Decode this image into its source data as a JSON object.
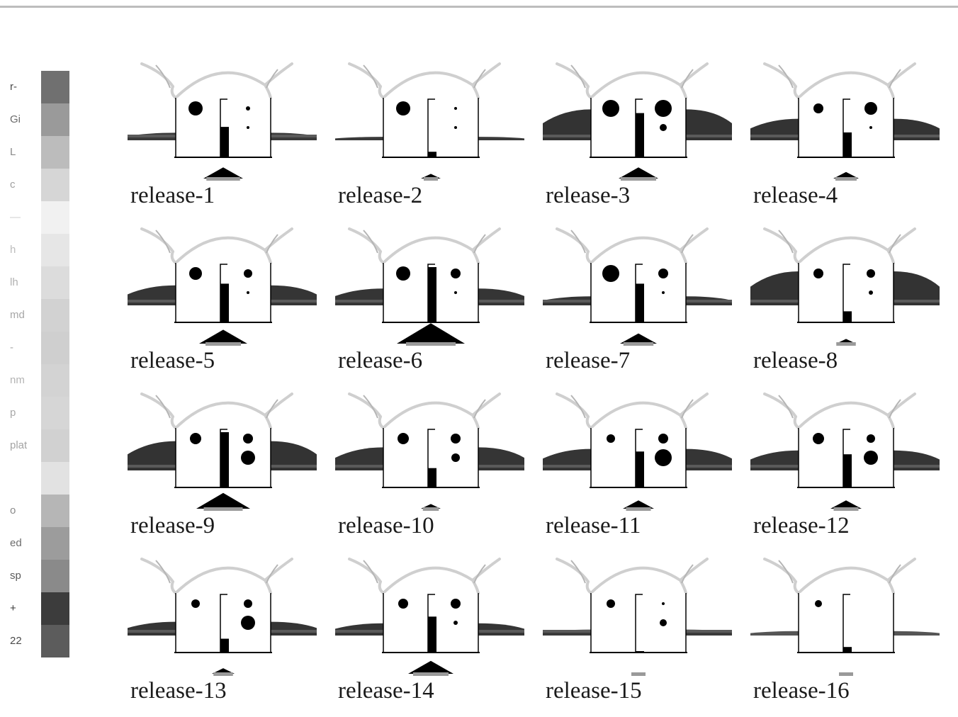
{
  "legend": [
    {
      "label": "r-",
      "color": "#707070",
      "text_color": "#4a4a4a"
    },
    {
      "label": "Gi",
      "color": "#9a9a9a",
      "text_color": "#6a6a6a"
    },
    {
      "label": "L",
      "color": "#bcbcbc",
      "text_color": "#8a8a8a"
    },
    {
      "label": "c",
      "color": "#d6d6d6",
      "text_color": "#a0a0a0"
    },
    {
      "label": "—",
      "color": "#f1f1f1",
      "text_color": "#cfcfcf"
    },
    {
      "label": "h",
      "color": "#e6e6e6",
      "text_color": "#bcbcbc"
    },
    {
      "label": "lh",
      "color": "#dcdcdc",
      "text_color": "#b0b0b0"
    },
    {
      "label": "md",
      "color": "#d2d2d2",
      "text_color": "#a6a6a6"
    },
    {
      "label": "-",
      "color": "#cfcfcf",
      "text_color": "#a8a8a8"
    },
    {
      "label": "nm",
      "color": "#d3d3d3",
      "text_color": "#b4b4b4"
    },
    {
      "label": "p",
      "color": "#d6d6d6",
      "text_color": "#a8a8a8"
    },
    {
      "label": "plat",
      "color": "#d1d1d1",
      "text_color": "#a4a4a4"
    },
    {
      "label": "",
      "color": "#e2e2e2",
      "text_color": "#bbbbbb"
    },
    {
      "label": "o",
      "color": "#b6b6b6",
      "text_color": "#8a8a8a"
    },
    {
      "label": "ed",
      "color": "#9c9c9c",
      "text_color": "#6c6c6c"
    },
    {
      "label": "sp",
      "color": "#8a8a8a",
      "text_color": "#5a5a5a"
    },
    {
      "label": "+",
      "color": "#3c3c3c",
      "text_color": "#3a3a3a"
    },
    {
      "label": "22",
      "color": "#5c5c5c",
      "text_color": "#4a4a4a"
    }
  ],
  "faces": [
    {
      "label": "release-1",
      "side": 0.15,
      "ear_color": "#3a3a3a",
      "eye_l": 10,
      "eye_r": 3,
      "brow_r": 2,
      "bar": 0.55,
      "nose": 0.55,
      "tri": 0.45
    },
    {
      "label": "release-2",
      "side": 0.02,
      "ear_color": "#3a3a3a",
      "eye_l": 10,
      "eye_r": 2,
      "brow_r": 2,
      "bar": 0.1,
      "nose": 0.0,
      "tri": 0.1
    },
    {
      "label": "release-3",
      "side": 0.9,
      "ear_color": "#333333",
      "eye_l": 12,
      "eye_r": 12,
      "brow_r": 5,
      "bar": 0.8,
      "nose": 0.6,
      "tri": 0.45
    },
    {
      "label": "release-4",
      "side": 0.6,
      "ear_color": "#333333",
      "eye_l": 7,
      "eye_r": 9,
      "brow_r": 2,
      "bar": 0.45,
      "nose": 0.2,
      "tri": 0.2
    },
    {
      "label": "release-5",
      "side": 0.55,
      "ear_color": "#353535",
      "eye_l": 9,
      "eye_r": 6,
      "brow_r": 2,
      "bar": 0.7,
      "nose": 0.6,
      "tri": 0.6
    },
    {
      "label": "release-6",
      "side": 0.45,
      "ear_color": "#353535",
      "eye_l": 10,
      "eye_r": 7,
      "brow_r": 2,
      "bar": 1.0,
      "nose": 1.0,
      "tri": 0.95
    },
    {
      "label": "release-7",
      "side": 0.2,
      "ear_color": "#353535",
      "eye_l": 12,
      "eye_r": 7,
      "brow_r": 2,
      "bar": 0.7,
      "nose": 0.45,
      "tri": 0.4
    },
    {
      "label": "release-8",
      "side": 1.0,
      "ear_color": "#333333",
      "eye_l": 7,
      "eye_r": 6,
      "brow_r": 3,
      "bar": 0.2,
      "nose": 0.15,
      "tri": 0.1
    },
    {
      "label": "release-9",
      "side": 0.85,
      "ear_color": "#333333",
      "eye_l": 8,
      "eye_r": 7,
      "brow_r": 10,
      "bar": 1.0,
      "nose": 0.7,
      "tri": 0.7
    },
    {
      "label": "release-10",
      "side": 0.65,
      "ear_color": "#353535",
      "eye_l": 8,
      "eye_r": 7,
      "brow_r": 6,
      "bar": 0.35,
      "nose": 0.05,
      "tri": 0.1
    },
    {
      "label": "release-11",
      "side": 0.6,
      "ear_color": "#353535",
      "eye_l": 6,
      "eye_r": 7,
      "brow_r": 12,
      "bar": 0.65,
      "nose": 0.3,
      "tri": 0.3
    },
    {
      "label": "release-12",
      "side": 0.55,
      "ear_color": "#353535",
      "eye_l": 8,
      "eye_r": 6,
      "brow_r": 10,
      "bar": 0.6,
      "nose": 0.3,
      "tri": 0.3
    },
    {
      "label": "release-13",
      "side": 0.35,
      "ear_color": "#353535",
      "eye_l": 6,
      "eye_r": 6,
      "brow_r": 10,
      "bar": 0.25,
      "nose": 0.15,
      "tri": 0.15
    },
    {
      "label": "release-14",
      "side": 0.3,
      "ear_color": "#353535",
      "eye_l": 7,
      "eye_r": 7,
      "brow_r": 3,
      "bar": 0.65,
      "nose": 0.6,
      "tri": 0.55
    },
    {
      "label": "release-15",
      "side": 0.1,
      "ear_color": "#3a3a3a",
      "eye_l": 6,
      "eye_r": 2,
      "brow_r": 5,
      "bar": 0.0,
      "nose": 0.0,
      "tri": 0.0
    },
    {
      "label": "release-16",
      "side": 0.05,
      "ear_color": "#555555",
      "eye_l": 5,
      "eye_r": 0,
      "brow_r": 0,
      "bar": 0.1,
      "nose": 0.0,
      "tri": 0.0
    }
  ]
}
